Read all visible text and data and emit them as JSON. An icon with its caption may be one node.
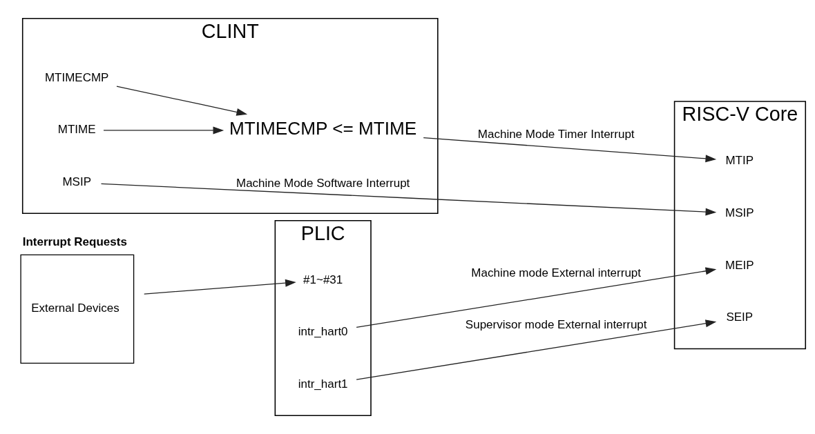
{
  "diagram": {
    "nodes": [
      {
        "text": [
          "CLINT"
        ]
      },
      {
        "text": [
          "MTIMECMP"
        ],
        "in": 0
      },
      {
        "text": [
          "MTIME"
        ],
        "in": 0
      },
      {
        "text": [
          "MSIP"
        ],
        "in": 0
      },
      {
        "text": [
          "MTIMECMP <= MTIME"
        ],
        "in": 0
      },
      {
        "text": [
          "Interrupt Requests",
          "External Devices"
        ]
      },
      {
        "text": [
          "PLIC"
        ]
      },
      {
        "text": [
          "#1~#31"
        ],
        "in": 6
      },
      {
        "text": [
          "intr_hart0"
        ],
        "in": 6
      },
      {
        "text": [
          "intr_hart1"
        ],
        "in": 6
      },
      {
        "text": [
          "RISC-V Core"
        ]
      },
      {
        "text": [
          "MSIP"
        ],
        "in": 10
      },
      {
        "text": [
          "MTIP"
        ],
        "in": 10
      },
      {
        "text": [
          "MEIP"
        ],
        "in": 10
      },
      {
        "text": [
          "SEIP"
        ],
        "in": 10
      }
    ],
    "edges": [
      {
        "from": 1,
        "to": 4,
        "arrow": "to"
      },
      {
        "from": 2,
        "to": 4,
        "arrow": "to"
      },
      {
        "from": 3,
        "to": 11,
        "arrow": "to",
        "label": "Machine Mode Software Interrupt"
      },
      {
        "from": 4,
        "to": 12,
        "arrow": "to",
        "label": "Machine Mode Timer Interrupt"
      },
      {
        "from": 5,
        "to": 7,
        "arrow": "to"
      },
      {
        "from": 8,
        "to": 13,
        "arrow": "to",
        "label": "Machine mode External interrupt"
      },
      {
        "from": 9,
        "to": 14,
        "arrow": "to",
        "label": "Supervisor mode External interrupt"
      }
    ]
  }
}
